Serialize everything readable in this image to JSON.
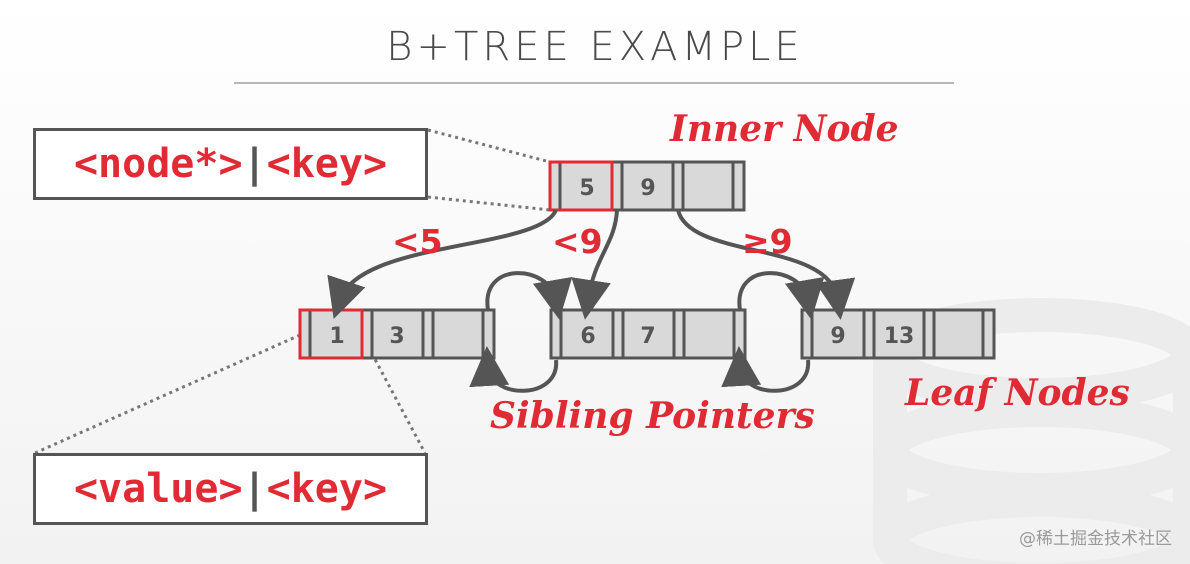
{
  "title": "B+TREE EXAMPLE",
  "inner_node_label": "Inner Node",
  "leaf_nodes_label": "Leaf Nodes",
  "sibling_pointers_label": "Sibling Pointers",
  "inner_callout": {
    "left": "<node*>",
    "sep": "|",
    "right": "<key>"
  },
  "leaf_callout": {
    "left": "<value>",
    "sep": "|",
    "right": "<key>"
  },
  "arrow_labels": {
    "lt5": "<5",
    "lt9": "<9",
    "ge9": "≥9"
  },
  "inner_node": {
    "keys": [
      "5",
      "9",
      ""
    ]
  },
  "leaf_nodes": [
    {
      "keys": [
        "1",
        "3",
        ""
      ]
    },
    {
      "keys": [
        "6",
        "7",
        ""
      ]
    },
    {
      "keys": [
        "9",
        "13",
        ""
      ]
    }
  ],
  "watermark": "@稀土掘金技术社区",
  "colors": {
    "accent_red": "#e02b35",
    "node_fill": "#d9d9d9",
    "node_stroke": "#555555"
  }
}
